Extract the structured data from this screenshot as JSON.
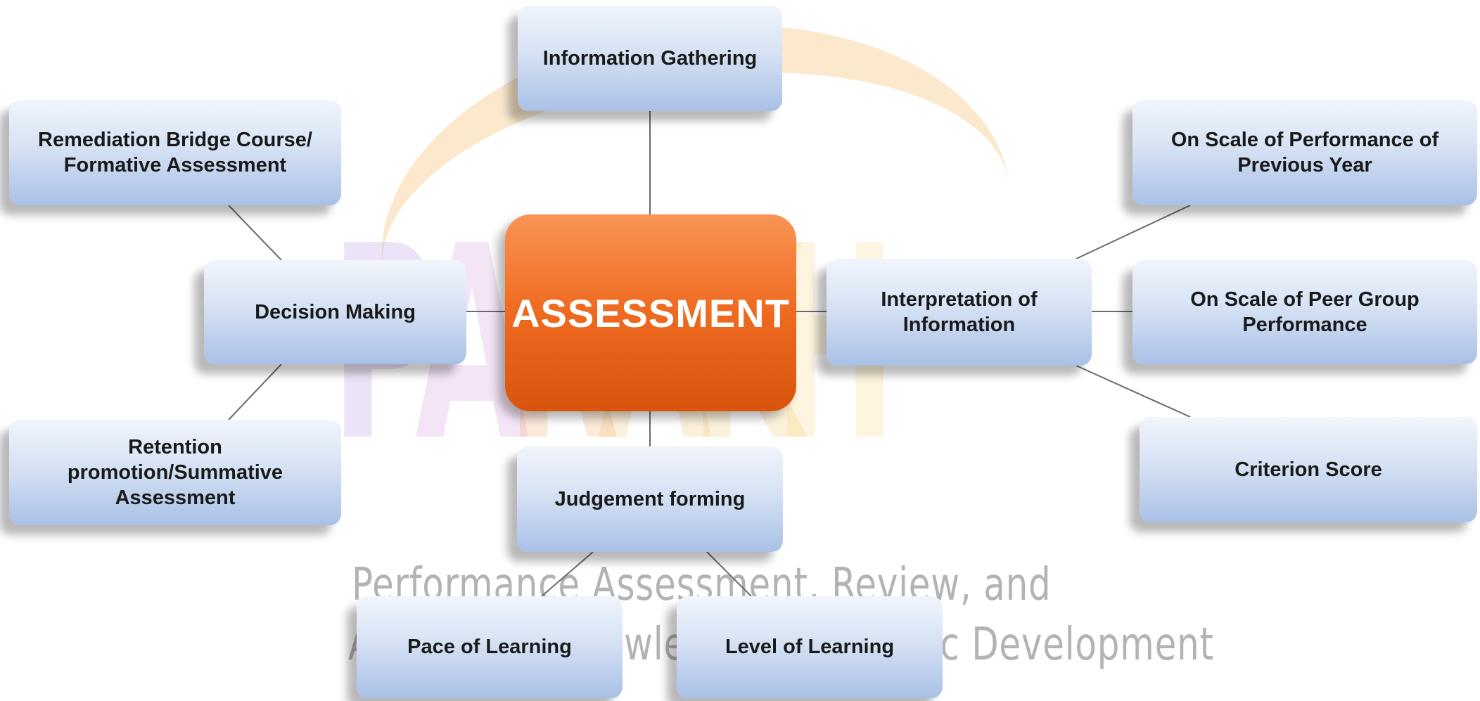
{
  "watermark": {
    "line1": "Performance Assessment, Review, and",
    "line2": "Analysis of Knowledge for Holistic Development"
  },
  "center": {
    "label": "ASSESSMENT"
  },
  "nodes": {
    "information_gathering": "Information Gathering",
    "decision_making": "Decision Making",
    "interpretation": "Interpretation of Information",
    "judgement_forming": "Judgement forming",
    "remediation": "Remediation Bridge Course/ Formative Assessment",
    "retention": "Retention promotion/Summative Assessment",
    "scale_previous_year": "On Scale of Performance of Previous Year",
    "scale_peer_group": "On Scale of Peer Group Performance",
    "criterion_score": "Criterion Score",
    "pace_of_learning": "Pace of Learning",
    "level_of_learning": "Level of Learning"
  },
  "colors": {
    "center": "#ee6a1f",
    "box": "#c9d7ef",
    "connector": "#6a6a6a"
  }
}
